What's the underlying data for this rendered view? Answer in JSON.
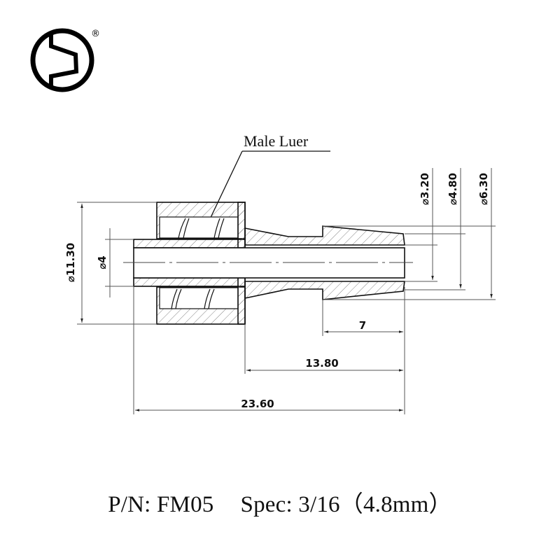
{
  "logo": {
    "icon": "company-logo-circle-zigzag",
    "registered_mark": "®"
  },
  "drawing": {
    "part_callout": "Male Luer",
    "dimensions": {
      "outer_diameter": "11.30",
      "bore_diameter": "4",
      "barb_inner_diameter": "3.20",
      "barb_tip_diameter": "4.80",
      "barb_max_diameter": "6.30",
      "barb_length": "7",
      "stem_length": "13.80",
      "overall_length": "23.60"
    },
    "diameter_symbol": "⌀",
    "colors": {
      "line": "#111111",
      "dim_line": "#555555",
      "hatch": "#666666"
    }
  },
  "footer": {
    "part_number_label": "P/N: FM05",
    "spec_label": "Spec: 3/16（4.8mm）"
  }
}
